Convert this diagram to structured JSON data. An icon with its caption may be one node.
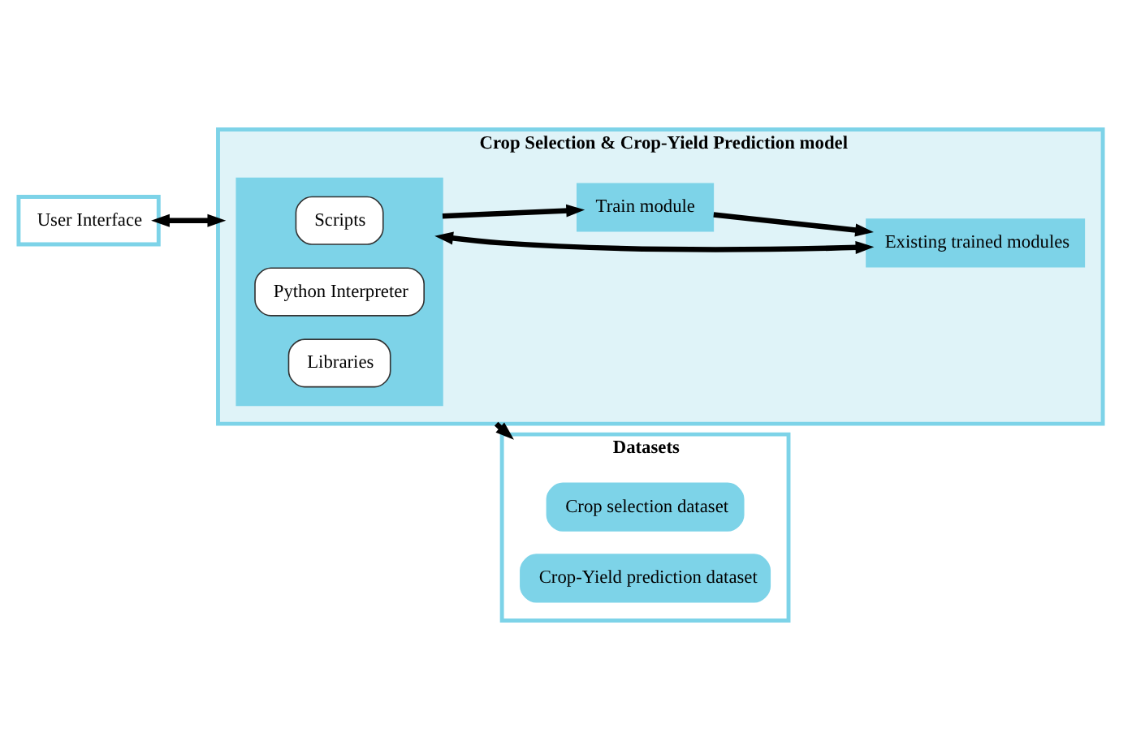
{
  "diagram": {
    "nodes": [
      {
        "text": [
          "User Interface"
        ]
      },
      {
        "text": [
          "Crop Selection & Crop-Yield Prediction model"
        ]
      },
      {
        "text": [],
        "shape": "box",
        "in": 1
      },
      {
        "text": [
          "Scripts"
        ],
        "in": 2
      },
      {
        "text": [
          "Python Interpreter"
        ],
        "in": 2
      },
      {
        "text": [
          "Libraries"
        ],
        "in": 2
      },
      {
        "text": [
          "Existing trained modules"
        ],
        "in": 1
      },
      {
        "text": [
          "Train module"
        ],
        "in": 1
      },
      {
        "text": [
          "Datasets"
        ]
      },
      {
        "text": [
          "Crop selection dataset"
        ],
        "in": 8
      },
      {
        "text": [
          "Crop-Yield prediction dataset"
        ],
        "in": 8
      }
    ],
    "edges": [
      {
        "from": 0,
        "to": 1,
        "arrow": "both"
      },
      {
        "from": 1,
        "to": 8,
        "arrow": "to"
      },
      {
        "from": 2,
        "to": 6,
        "arrow": "both"
      },
      {
        "from": 2,
        "to": 7,
        "arrow": "to"
      },
      {
        "from": 7,
        "to": 6,
        "arrow": "to"
      }
    ]
  }
}
